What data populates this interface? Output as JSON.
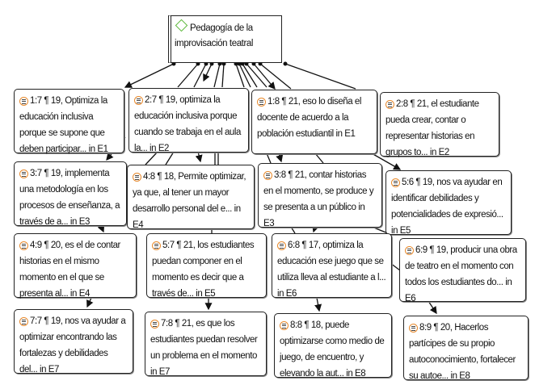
{
  "code": {
    "label": "Pedagogía de la improvisación teatral",
    "icon": "code-diamond-icon",
    "color": "#5cb83a"
  },
  "quotations": [
    {
      "id": "1:7",
      "text": "1:7 ¶ 19, Optimiza la educación inclusiva porque se supone que deben participar... in E1"
    },
    {
      "id": "2:7",
      "text": "2:7 ¶ 19, optimiza la educación inclusiva porque cuando se trabaja en el aula la... in E2"
    },
    {
      "id": "1:8",
      "text": "1:8 ¶ 21, eso lo diseña el docente de acuerdo a la población estudiantil in E1"
    },
    {
      "id": "2:8",
      "text": "2:8 ¶ 21, el estudiante pueda crear, contar o representar historias en grupos to... in E2"
    },
    {
      "id": "3:7",
      "text": "3:7 ¶ 19, implementa una metodología en los procesos de enseñanza, a través de a... in E3"
    },
    {
      "id": "4:8",
      "text": "4:8 ¶ 18, Permite optimizar, ya que, al tener un mayor desarrollo personal del e... in E4"
    },
    {
      "id": "3:8",
      "text": "3:8 ¶ 21, contar historias en el momento, se produce y se presenta a un público in E3"
    },
    {
      "id": "5:6",
      "text": "5:6 ¶ 19, nos va ayudar en identificar debilidades y potencialidades de expresió... in E5"
    },
    {
      "id": "4:9",
      "text": "4:9 ¶ 20, es el de contar historias en el mismo momento en el que se presenta al... in E4"
    },
    {
      "id": "5:7",
      "text": "5:7 ¶ 21, los estudiantes puedan componer en el momento es decir que a través de... in E5"
    },
    {
      "id": "6:8",
      "text": "6:8 ¶ 17, optimiza la educación ese juego que se utiliza lleva al estudiante a l... in E6"
    },
    {
      "id": "6:9",
      "text": "6:9 ¶ 19, producir una obra de teatro en el momento con todos los estudiantes do... in E6"
    },
    {
      "id": "7:7",
      "text": "7:7 ¶ 19, nos va ayudar a optimizar encontrando las fortalezas y debilidades del... in E7"
    },
    {
      "id": "7:8",
      "text": "7:8 ¶ 21, es que los estudiantes puedan resolver un problema en el momento in E7"
    },
    {
      "id": "8:8",
      "text": "8:8 ¶ 18, puede optimizarse como medio de juego, de encuentro, y elevando la aut... in E8"
    },
    {
      "id": "8:9",
      "text": "8:9 ¶ 20, Hacerlos partícipes de su propio autoconocimiento, fortalecer su autoe... in E8"
    }
  ],
  "quotation_icon": "quotation-icon",
  "quotation_icon_color": "#e8892b"
}
